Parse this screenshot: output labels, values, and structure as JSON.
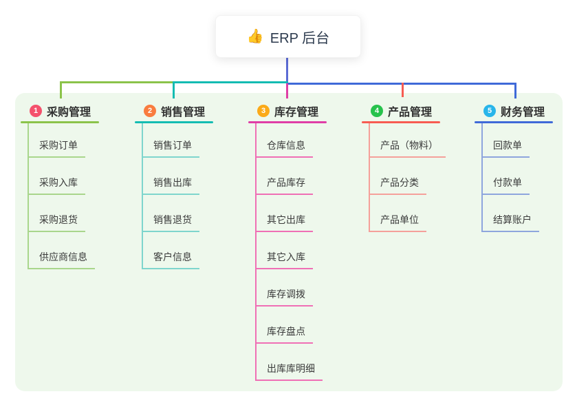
{
  "root": {
    "icon": "👍",
    "title": "ERP 后台"
  },
  "colors": {
    "panel_background": "#eef8ec",
    "trunk": "#5b6bd5",
    "branch_lines": [
      "#8bc34a",
      "#14bcb2",
      "#df3ea6",
      "#f75c52",
      "#3f6ad8"
    ],
    "child_lines": [
      "#a9d68c",
      "#7ed5cd",
      "#ef6fb5",
      "#f5a09a",
      "#8ea5dd"
    ],
    "badges": [
      "#f4516c",
      "#f97c3f",
      "#fbaa19",
      "#27c24c",
      "#28b5ea"
    ]
  },
  "branches": [
    {
      "num": "1",
      "label": "采购管理",
      "children": [
        "采购订单",
        "采购入库",
        "采购退货",
        "供应商信息"
      ]
    },
    {
      "num": "2",
      "label": "销售管理",
      "children": [
        "销售订单",
        "销售出库",
        "销售退货",
        "客户信息"
      ]
    },
    {
      "num": "3",
      "label": "库存管理",
      "children": [
        "仓库信息",
        "产品库存",
        "其它出库",
        "其它入库",
        "库存调拨",
        "库存盘点",
        "出库库明细"
      ]
    },
    {
      "num": "4",
      "label": "产品管理",
      "children": [
        "产品（物料）",
        "产品分类",
        "产品单位"
      ]
    },
    {
      "num": "5",
      "label": "财务管理",
      "children": [
        "回款单",
        "付款单",
        "结算账户"
      ]
    }
  ]
}
